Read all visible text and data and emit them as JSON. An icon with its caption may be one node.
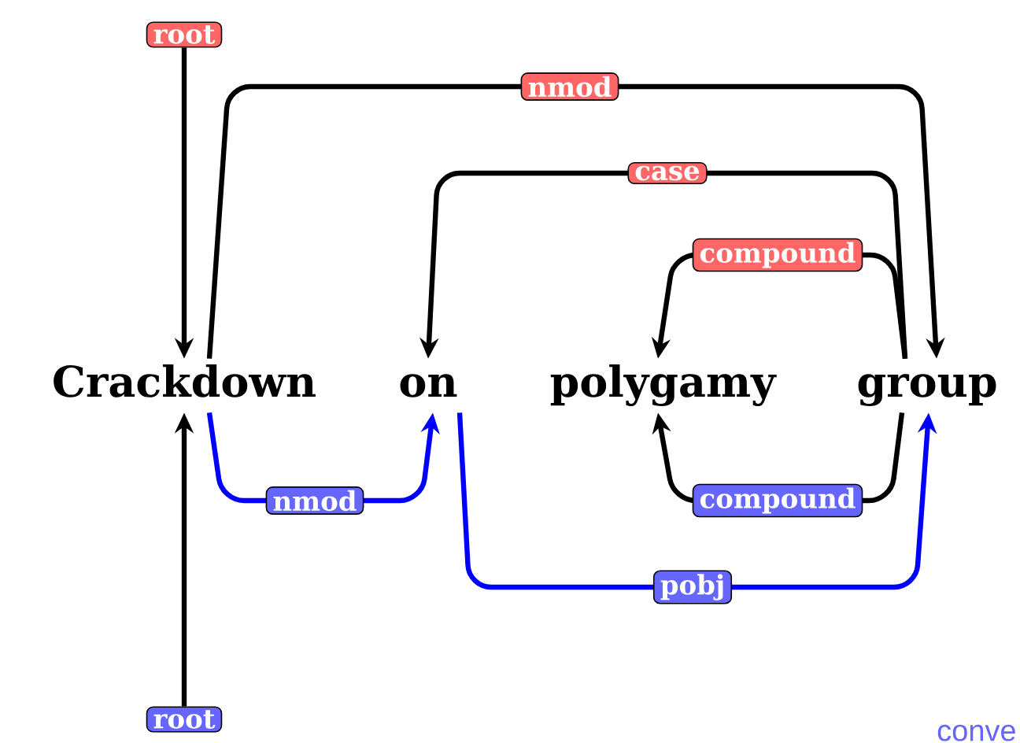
{
  "diagram": {
    "nodes": [
      {
        "text": [
          "root"
        ]
      },
      {
        "text": [
          "Crackdown"
        ]
      },
      {
        "text": [
          "on"
        ]
      },
      {
        "text": [
          "polygamy"
        ]
      },
      {
        "text": [
          "group"
        ]
      },
      {
        "text": [
          "root"
        ]
      }
    ],
    "edges": [
      {
        "from": 0,
        "to": 1,
        "arrow": "to"
      },
      {
        "from": 1,
        "to": 4,
        "arrow": "to",
        "label": "nmod"
      },
      {
        "from": 4,
        "to": 2,
        "arrow": "to",
        "label": "case"
      },
      {
        "from": 4,
        "to": 3,
        "arrow": "to",
        "label": "compound"
      },
      {
        "from": 5,
        "to": 1,
        "arrow": "to"
      },
      {
        "from": 1,
        "to": 2,
        "arrow": "to",
        "label": "nmod",
        "color": "#0000ff"
      },
      {
        "from": 2,
        "to": 4,
        "arrow": "to",
        "label": "pobj",
        "color": "#0000ff"
      },
      {
        "from": 4,
        "to": 3,
        "arrow": "to",
        "label": "compound"
      }
    ],
    "labels": [
      "conve"
    ]
  }
}
